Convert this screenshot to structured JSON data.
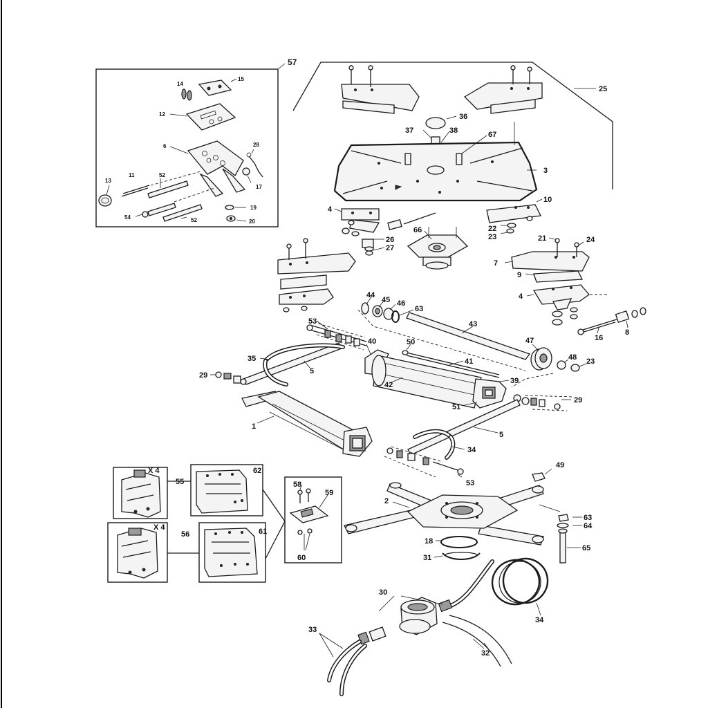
{
  "diagram": {
    "callouts": {
      "c1": "1",
      "c2": "2",
      "c3": "3",
      "c4a": "4",
      "c4b": "4",
      "c5a": "5",
      "c5b": "5",
      "c6": "6",
      "c7": "7",
      "c8": "8",
      "c9": "9",
      "c10": "10",
      "c11": "11",
      "c12": "12",
      "c13": "13",
      "c14": "14",
      "c15": "15",
      "c16": "16",
      "c17": "17",
      "c18": "18",
      "c19": "19",
      "c20": "20",
      "c21": "21",
      "c22": "22",
      "c23a": "23",
      "c23b": "23",
      "c24": "24",
      "c25": "25",
      "c26": "26",
      "c27": "27",
      "c28": "28",
      "c29a": "29",
      "c29b": "29",
      "c30": "30",
      "c31": "31",
      "c32": "32",
      "c33": "33",
      "c34a": "34",
      "c34b": "34",
      "c35": "35",
      "c36": "36",
      "c37": "37",
      "c38": "38",
      "c39": "39",
      "c40": "40",
      "c41": "41",
      "c42": "42",
      "c43": "43",
      "c44": "44",
      "c45": "45",
      "c46": "46",
      "c47": "47",
      "c48": "48",
      "c49": "49",
      "c50": "50",
      "c51": "51",
      "c52a": "52",
      "c52b": "52",
      "c53a": "53",
      "c53b": "53",
      "c54": "54",
      "c55": "55",
      "c56": "56",
      "c57": "57",
      "c58": "58",
      "c59": "59",
      "c60": "60",
      "c61": "61",
      "c62": "62",
      "c63a": "63",
      "c63b": "63",
      "c64": "64",
      "c65": "65",
      "c66": "66",
      "c67": "67",
      "x4a": "X 4",
      "x4b": "X 4"
    }
  }
}
